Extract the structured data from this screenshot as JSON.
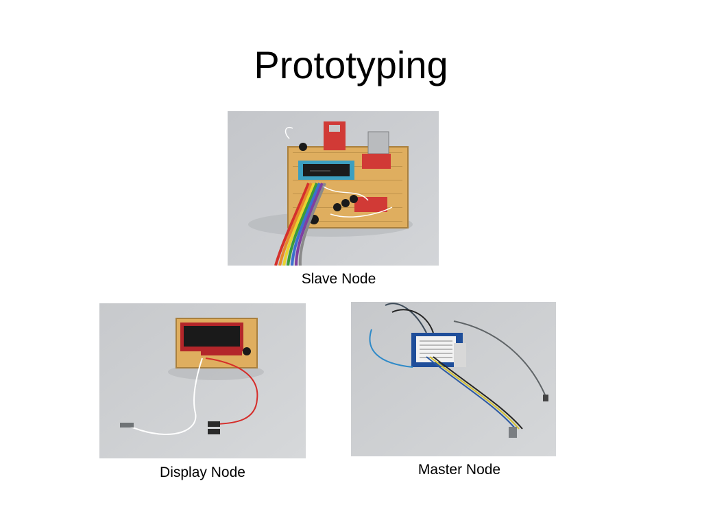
{
  "slide": {
    "title": "Prototyping"
  },
  "photos": {
    "slave": {
      "caption": "Slave Node"
    },
    "display": {
      "caption": "Display Node"
    },
    "master": {
      "caption": "Master Node"
    }
  },
  "colors": {
    "background": "#ffffff",
    "photo_backdrop": "#c9cbcf",
    "protoboard": "#d9a95a",
    "lcd_frame": "#b3262a",
    "breakout_red": "#d4333a",
    "arduino_blue": "#1f4e9a"
  }
}
